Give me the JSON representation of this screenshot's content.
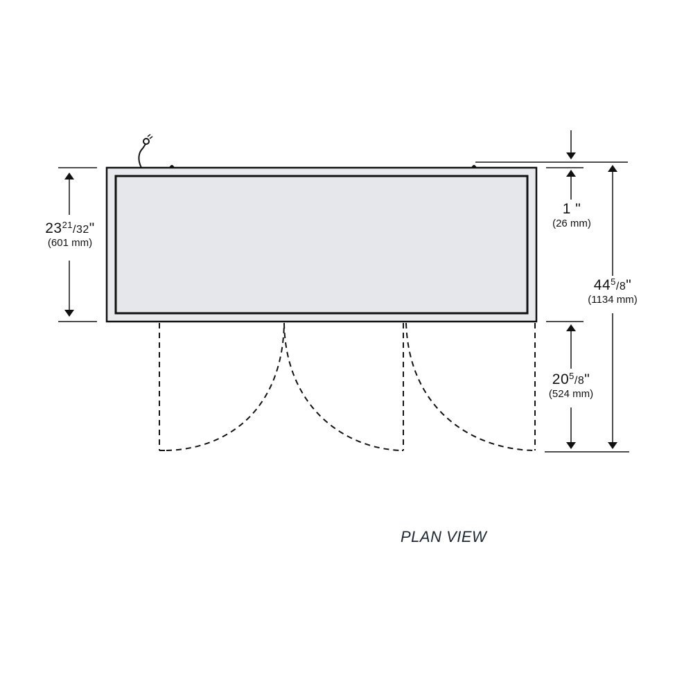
{
  "drawing": {
    "title": "PLAN VIEW",
    "dimensions": {
      "depth": {
        "whole": "23",
        "num": "21",
        "den": "32",
        "unit": "\"",
        "metric": "(601 mm)"
      },
      "back_gap": {
        "whole": "1",
        "num": "",
        "den": "",
        "unit": "\"",
        "metric": "(26 mm)"
      },
      "overall_depth": {
        "whole": "44",
        "num": "5",
        "den": "8",
        "unit": "\"",
        "metric": "(1134 mm)"
      },
      "door_swing": {
        "whole": "20",
        "num": "5",
        "den": "8",
        "unit": "\"",
        "metric": "(524 mm)"
      }
    },
    "colors": {
      "cabinet_fill": "#e9eaed",
      "line": "#111111"
    }
  }
}
